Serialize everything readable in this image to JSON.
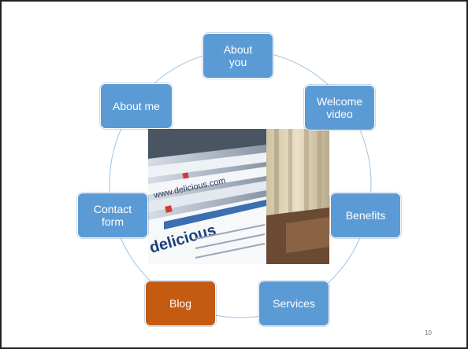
{
  "slide": {
    "page_number": "10"
  },
  "colors": {
    "node_blue": "#5b9bd5",
    "node_highlight": "#c55a11",
    "ring": "#9dc3e6"
  },
  "nodes": {
    "about_you": "About\nyou",
    "welcome_video": "Welcome\nvideo",
    "benefits": "Benefits",
    "services": "Services",
    "blog": "Blog",
    "contact_form": "Contact\nform",
    "about_me": "About me"
  },
  "photo": {
    "visible_text": [
      "www.delicious.com",
      "delicious"
    ]
  }
}
